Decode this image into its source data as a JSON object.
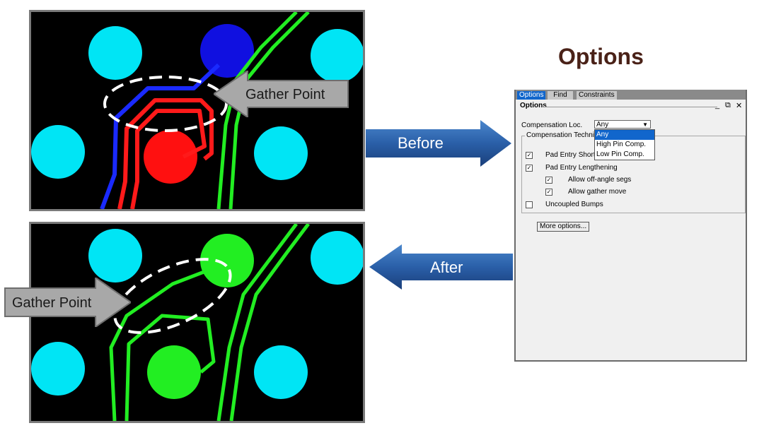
{
  "slide": {
    "title": "Options",
    "before_label": "Before",
    "after_label": "After",
    "gather_point_label": "Gather Point",
    "colors": {
      "background": "#ffffff",
      "pcb_background": "#000000",
      "pad_cyan": "#00e5f5",
      "pad_blue": "#1010e0",
      "pad_red": "#ff1010",
      "pad_green": "#22ee22",
      "trace_blue": "#1a2aff",
      "trace_red": "#ff1a1a",
      "trace_green": "#22ee22",
      "arrow_blue": "#2a5fa8",
      "title_brown": "#4a2218"
    }
  },
  "dialog": {
    "tabs": [
      {
        "label": "Options",
        "active": true
      },
      {
        "label": "Find",
        "active": false
      },
      {
        "label": "Constraints",
        "active": false
      }
    ],
    "header": "Options",
    "controls": {
      "minimize": "_",
      "restore": "⧉",
      "close": "✕"
    },
    "compensation_loc": {
      "label": "Compensation Loc.",
      "value": "Any",
      "options": [
        "Any",
        "High Pin Comp.",
        "Low Pin Comp."
      ],
      "selected": "Any"
    },
    "group_label": "Compensation Techniqu",
    "checkboxes": [
      {
        "label": "Pad Entry Shorte",
        "checked": true
      },
      {
        "label": "Pad Entry Lengthening",
        "checked": true
      },
      {
        "label": "Allow off-angle segs",
        "checked": true
      },
      {
        "label": "Allow gather move",
        "checked": true
      },
      {
        "label": "Uncoupled Bumps",
        "checked": false
      }
    ],
    "more_options_button": "More options..."
  }
}
